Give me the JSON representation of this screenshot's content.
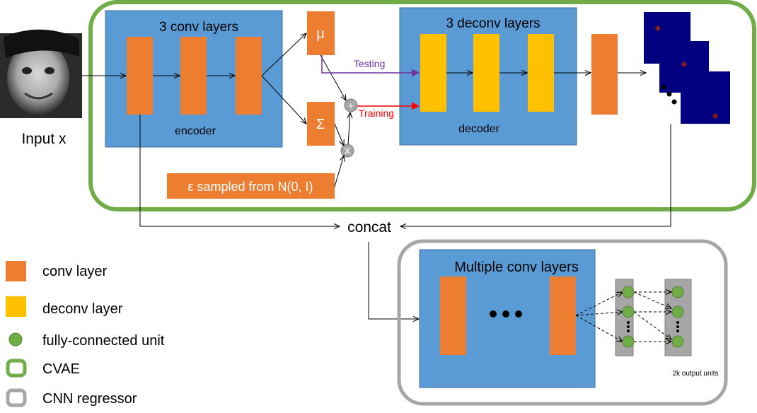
{
  "input": {
    "label": "Input x"
  },
  "encoder": {
    "title": "3 conv layers",
    "label": "encoder"
  },
  "latent": {
    "mu": "μ",
    "sigma": "Σ",
    "plus": "+",
    "times": "X"
  },
  "epsilon": {
    "label": "ε sampled from N(0, I)"
  },
  "paths": {
    "testing": "Testing",
    "training": "Training"
  },
  "decoder": {
    "title": "3 deconv layers",
    "label": "decoder"
  },
  "concat": {
    "label": "concat"
  },
  "regressor": {
    "title": "Multiple conv layers",
    "output_label": "2k output units"
  },
  "legend": {
    "conv": "conv layer",
    "deconv": "deconv layer",
    "fc": "fully-connected unit",
    "cvae": "CVAE",
    "cnn": "CNN regressor"
  },
  "colors": {
    "cvae_border": "#70ad47",
    "cnn_border": "#a6a6a6",
    "block_blue": "#5b9bd5",
    "conv_orange": "#ed7d31",
    "deconv_yellow": "#ffc000",
    "fc_green": "#70ad47",
    "heatmap_navy": "#000080",
    "heatmap_dot": "#8b1a1a",
    "testing_arrow": "#7030a0",
    "training_arrow": "#ff0000"
  }
}
